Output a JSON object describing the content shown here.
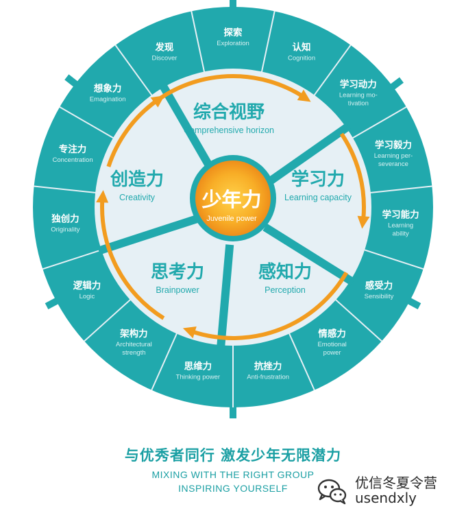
{
  "center": {
    "zh": "少年力",
    "en": "Juvenile power"
  },
  "pillars": [
    {
      "id": "horizon",
      "zh": "综合视野",
      "en": "Comprehensive horizon"
    },
    {
      "id": "learning",
      "zh": "学习力",
      "en": "Learning capacity"
    },
    {
      "id": "perception",
      "zh": "感知力",
      "en": "Perception"
    },
    {
      "id": "brainpower",
      "zh": "思考力",
      "en": "Brainpower"
    },
    {
      "id": "creativity",
      "zh": "创造力",
      "en": "Creativity"
    }
  ],
  "skills": [
    {
      "zh": "探索",
      "en": [
        "Exploration"
      ]
    },
    {
      "zh": "认知",
      "en": [
        "Cognition"
      ]
    },
    {
      "zh": "学习动力",
      "en": [
        "Learning mo-",
        "tivation"
      ]
    },
    {
      "zh": "学习毅力",
      "en": [
        "Learning per-",
        "severance"
      ]
    },
    {
      "zh": "学习能力",
      "en": [
        "Learning",
        "ability"
      ]
    },
    {
      "zh": "感受力",
      "en": [
        "Sensibility"
      ]
    },
    {
      "zh": "情感力",
      "en": [
        "Emotional",
        "power"
      ]
    },
    {
      "zh": "抗挫力",
      "en": [
        "Anti-frustration"
      ]
    },
    {
      "zh": "思维力",
      "en": [
        "Thinking power"
      ]
    },
    {
      "zh": "架构力",
      "en": [
        "Architectural",
        "strength"
      ]
    },
    {
      "zh": "逻辑力",
      "en": [
        "Logic"
      ]
    },
    {
      "zh": "独创力",
      "en": [
        "Originality"
      ]
    },
    {
      "zh": "专注力",
      "en": [
        "Concentration"
      ]
    },
    {
      "zh": "想象力",
      "en": [
        "Emagination"
      ]
    },
    {
      "zh": "发现",
      "en": [
        "Discover"
      ]
    }
  ],
  "caption": {
    "zh": "与优秀者同行 激发少年无限潜力",
    "en_line1": "MIXING WITH THE RIGHT GROUP",
    "en_line2": "INSPIRING YOURSELF"
  },
  "watermark": {
    "line1": "优信冬夏令营",
    "line2": "usendxly"
  },
  "colors": {
    "teal": "#21a9ad",
    "teal_dark": "#138f94",
    "light_blue": "#e6f0f5",
    "orange": "#f29c1f",
    "orange_light": "#ffc93a",
    "white": "#ffffff"
  },
  "icons": {
    "watermark_logo": "wechat-icon"
  }
}
